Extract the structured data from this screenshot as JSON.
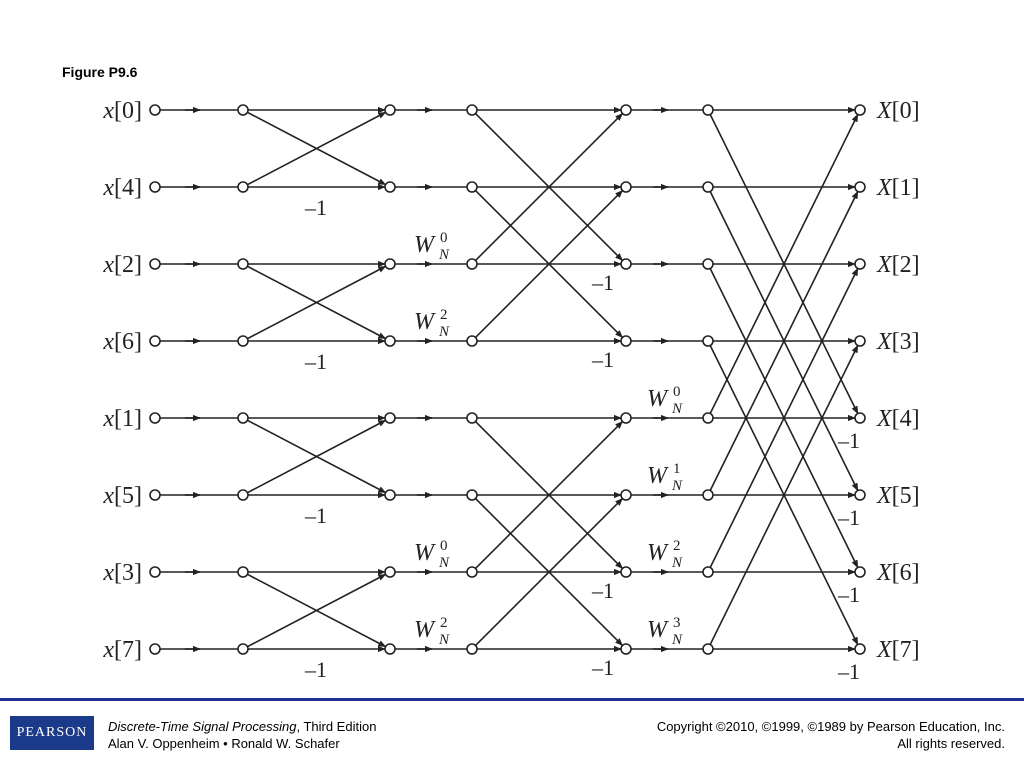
{
  "figure_title": "Figure P9.6",
  "inputs": [
    {
      "sym": "x",
      "idx": "[0]"
    },
    {
      "sym": "x",
      "idx": "[4]"
    },
    {
      "sym": "x",
      "idx": "[2]"
    },
    {
      "sym": "x",
      "idx": "[6]"
    },
    {
      "sym": "x",
      "idx": "[1]"
    },
    {
      "sym": "x",
      "idx": "[5]"
    },
    {
      "sym": "x",
      "idx": "[3]"
    },
    {
      "sym": "x",
      "idx": "[7]"
    }
  ],
  "outputs": [
    {
      "sym": "X",
      "idx": "[0]"
    },
    {
      "sym": "X",
      "idx": "[1]"
    },
    {
      "sym": "X",
      "idx": "[2]"
    },
    {
      "sym": "X",
      "idx": "[3]"
    },
    {
      "sym": "X",
      "idx": "[4]"
    },
    {
      "sym": "X",
      "idx": "[5]"
    },
    {
      "sym": "X",
      "idx": "[6]"
    },
    {
      "sym": "X",
      "idx": "[7]"
    }
  ],
  "twiddle": {
    "base": "W",
    "sub": "N"
  },
  "stage1_twiddles": [
    "0",
    "2",
    "0",
    "2"
  ],
  "stage2_twiddles": [
    "0",
    "1",
    "2",
    "3"
  ],
  "minus_one": "–1",
  "footer": {
    "book_title": "Discrete-Time Signal Processing",
    "edition": ", Third Edition",
    "authors": "Alan V. Oppenheim • Ronald W. Schafer",
    "copyright": "Copyright ©2010, ©1999, ©1989 by Pearson Education, Inc.",
    "rights": "All rights reserved.",
    "logo_text": "PEARSON"
  }
}
